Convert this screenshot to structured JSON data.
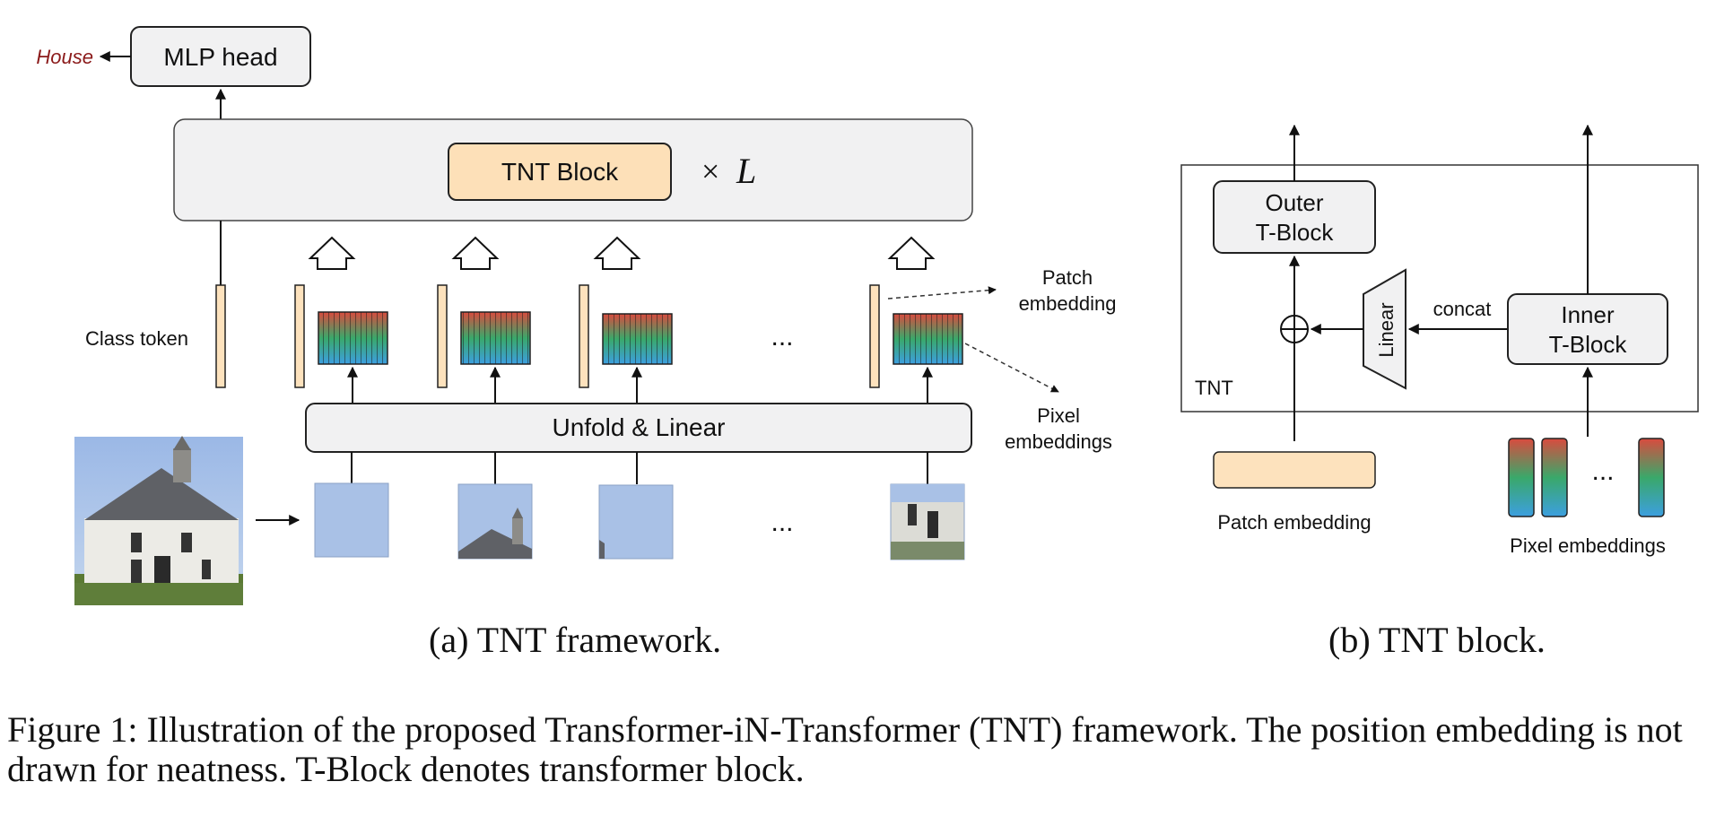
{
  "framework": {
    "output_label": "House",
    "mlp_head_label": "MLP head",
    "tnt_block_label": "TNT Block",
    "repeat_symbol": "×",
    "repeat_var": "L",
    "class_token_label": "Class token",
    "unfold_label": "Unfold & Linear",
    "ellipsis": "...",
    "patch_embedding_label": [
      "Patch",
      "embedding"
    ],
    "pixel_embeddings_label": [
      "Pixel",
      "embeddings"
    ],
    "subcaption": "(a) TNT framework."
  },
  "block": {
    "outer_label": [
      "Outer",
      "T-Block"
    ],
    "inner_label": [
      "Inner",
      "T-Block"
    ],
    "linear_label": "Linear",
    "concat_label": "concat",
    "tnt_label": "TNT",
    "patch_embedding_label": "Patch embedding",
    "pixel_embeddings_label": "Pixel embeddings",
    "ellipsis": "...",
    "subcaption": "(b) TNT block."
  },
  "caption": "Figure 1: Illustration of the proposed Transformer-iN-Transformer (TNT) framework. The position embedding is not drawn for neatness. T-Block denotes transformer block.",
  "colors": {
    "token_fill": "#fde2bd",
    "tnt_block_fill": "#fde0b8",
    "panel_fill": "#f1f1f2",
    "house_text": "#8b1a1a",
    "sky": "#a9c1e6",
    "gradient_top": "#d94b3e",
    "gradient_mid": "#3aa86a",
    "gradient_bottom": "#3c9fe0"
  }
}
